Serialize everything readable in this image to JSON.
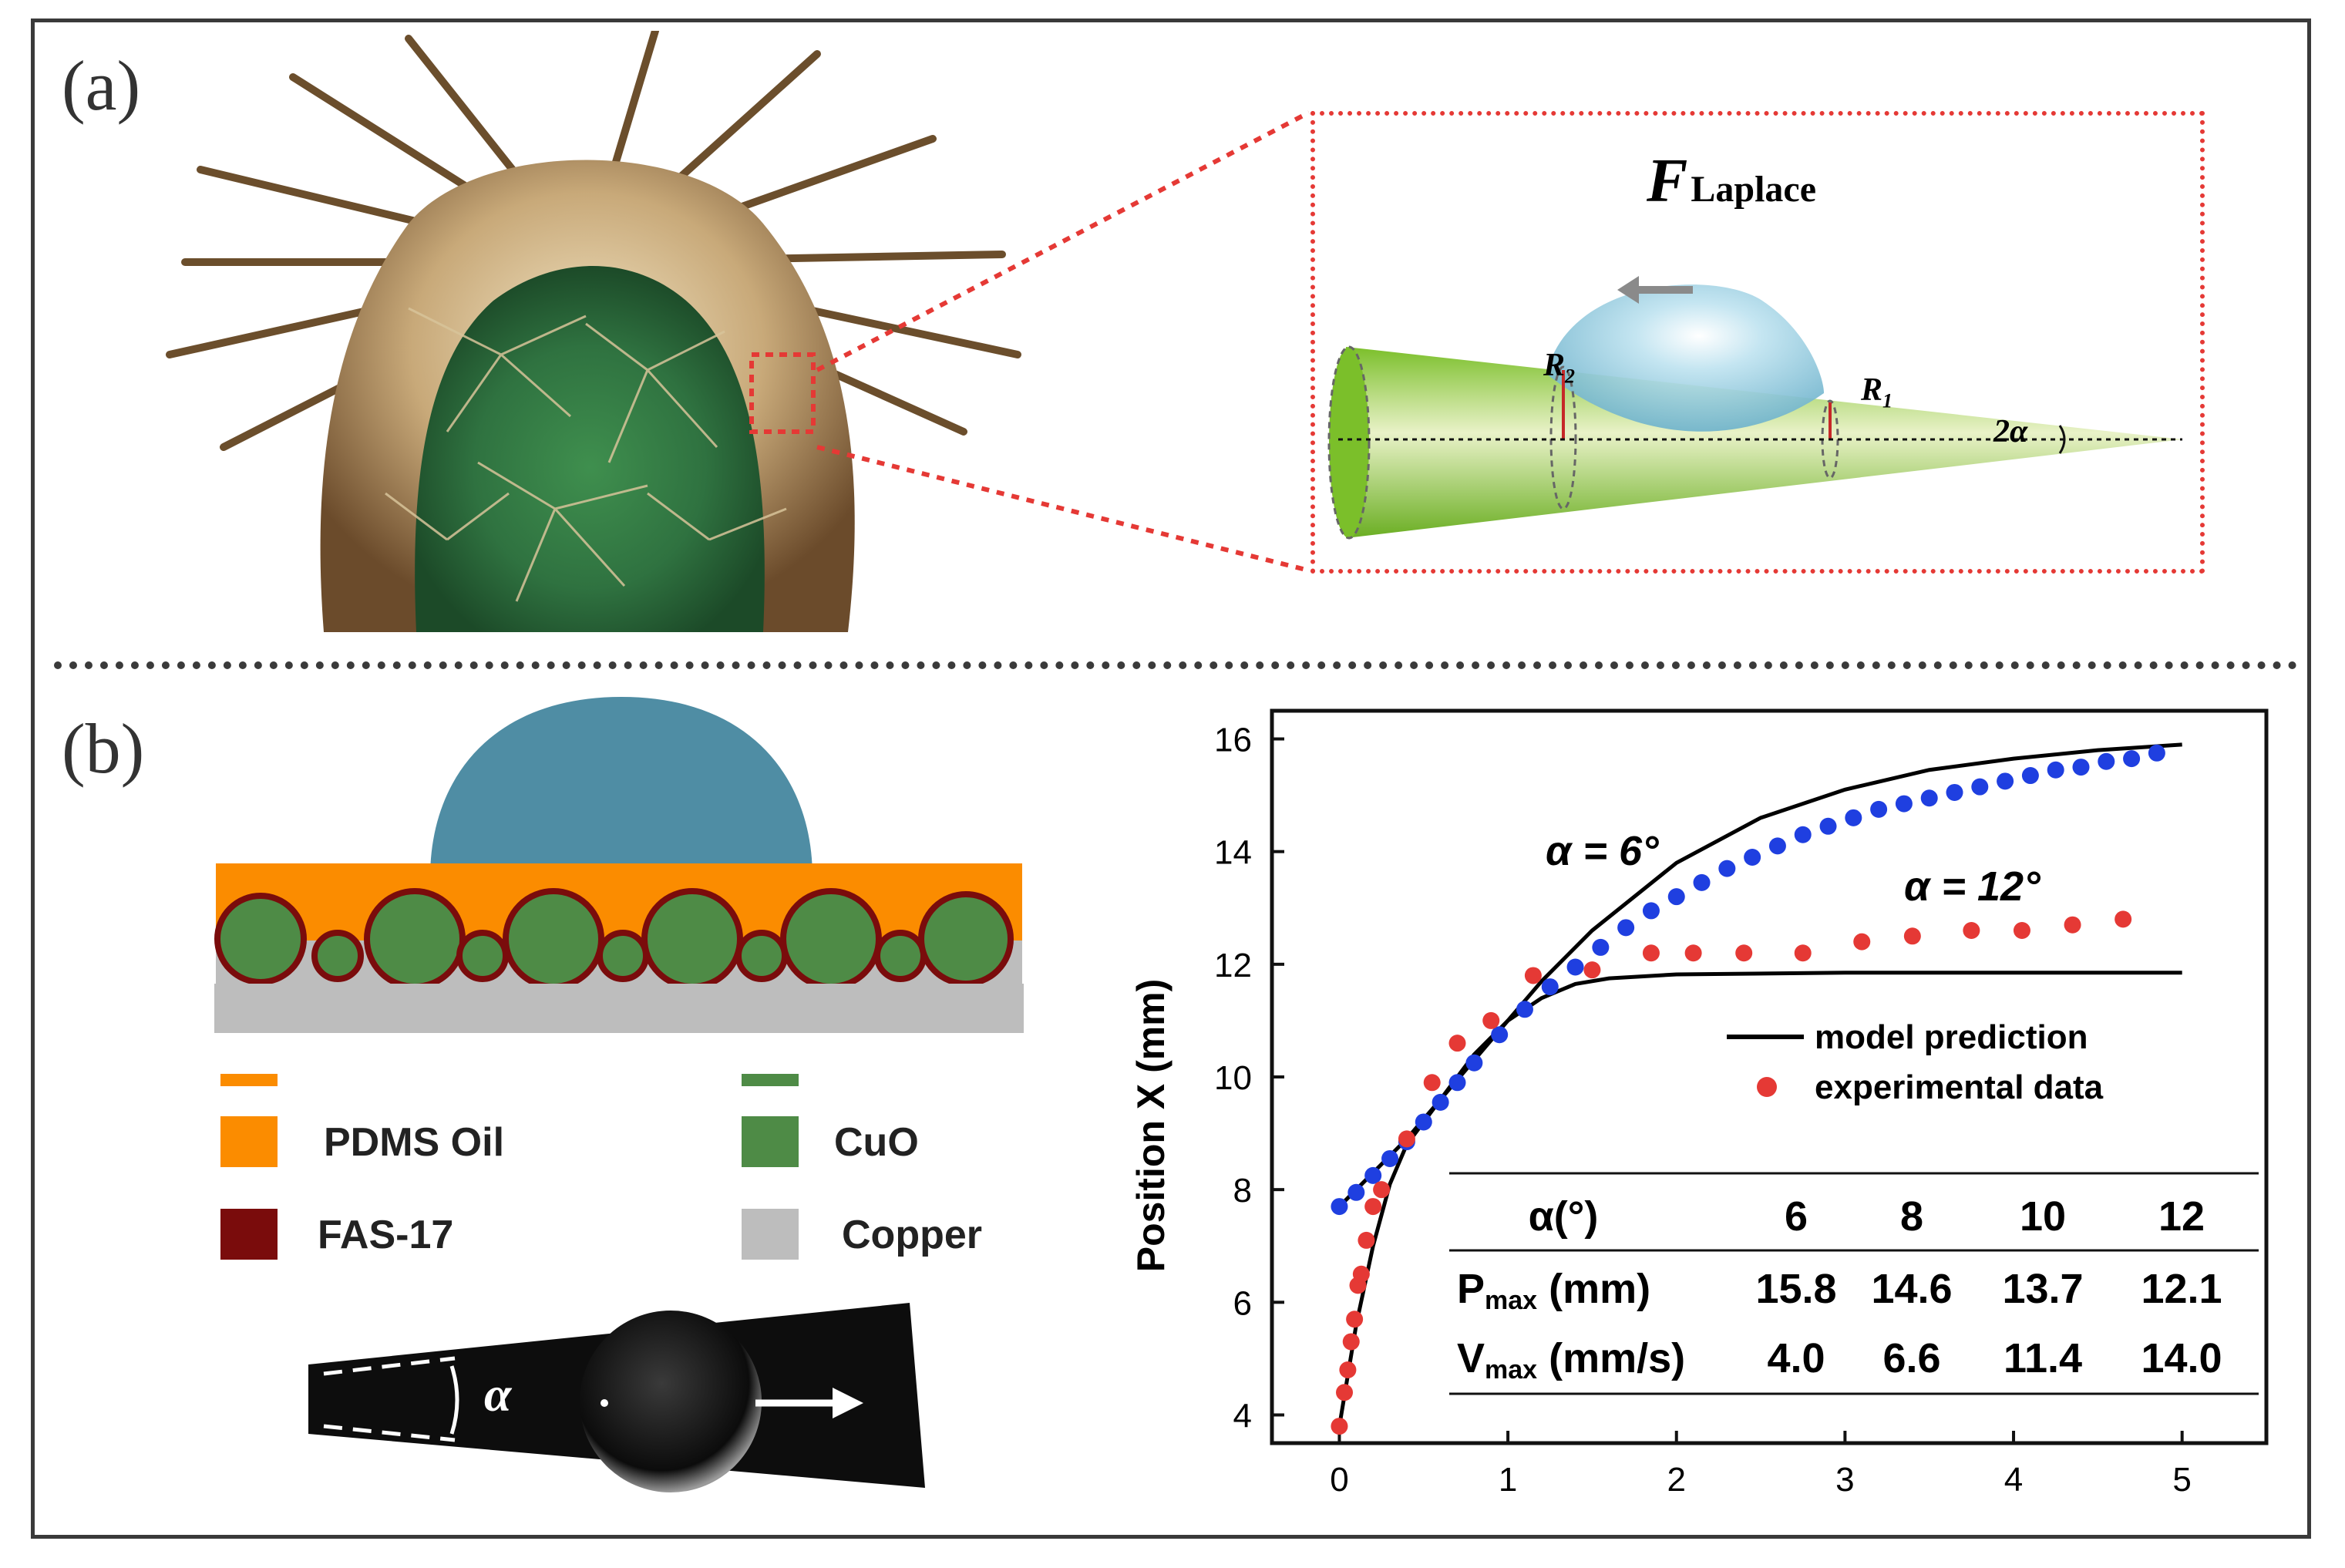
{
  "panel_a": {
    "label": "(a)",
    "force_symbol": "F",
    "force_subscript": "Laplace",
    "r2_symbol": "R",
    "r2_sub": "2",
    "r1_symbol": "R",
    "r1_sub": "1",
    "angle_label": "2α"
  },
  "panel_b": {
    "label": "(b)",
    "legend": [
      {
        "name": "PDMS Oil",
        "color": "#fb8c00"
      },
      {
        "name": "CuO",
        "color": "#4e8b46"
      },
      {
        "name": "FAS-17",
        "color": "#7a0c0c"
      },
      {
        "name": "Copper",
        "color": "#bdbdbd"
      }
    ],
    "photo_alpha_label": "α"
  },
  "chart_data": {
    "type": "scatter",
    "xlabel": "",
    "ylabel": "Position X (mm)",
    "xlim": [
      -0.4,
      5.5
    ],
    "ylim": [
      3.5,
      16.5
    ],
    "xticks": [
      "0",
      "1",
      "2",
      "3",
      "4",
      "5"
    ],
    "yticks": [
      "4",
      "6",
      "8",
      "10",
      "12",
      "14",
      "16"
    ],
    "annotations": [
      "α = 6°",
      "α = 12°"
    ],
    "legend_position": "right",
    "legend": [
      {
        "label": "model prediction",
        "kind": "line",
        "color": "#000000"
      },
      {
        "label": "experimental data",
        "kind": "dot",
        "color": "#e53935"
      }
    ],
    "series": [
      {
        "kind": "line",
        "color": "#000000",
        "x": [
          0,
          0.2,
          0.4,
          0.6,
          0.8,
          1.0,
          1.2,
          1.5,
          2.0,
          2.5,
          3.0,
          3.5,
          4.0,
          4.5,
          5.0
        ],
        "y": [
          7.7,
          8.3,
          8.9,
          9.6,
          10.3,
          11.0,
          11.7,
          12.6,
          13.8,
          14.6,
          15.1,
          15.45,
          15.65,
          15.8,
          15.9
        ]
      },
      {
        "kind": "line",
        "color": "#000000",
        "x": [
          0,
          0.1,
          0.2,
          0.3,
          0.4,
          0.6,
          0.8,
          1.0,
          1.2,
          1.4,
          1.6,
          2.0,
          3.0,
          4.0,
          5.0
        ],
        "y": [
          3.8,
          5.6,
          7.0,
          8.1,
          8.8,
          9.6,
          10.4,
          11.0,
          11.4,
          11.65,
          11.75,
          11.82,
          11.85,
          11.85,
          11.85
        ]
      },
      {
        "kind": "dots",
        "color": "#1f3fe0",
        "x": [
          0,
          0.1,
          0.2,
          0.3,
          0.4,
          0.5,
          0.6,
          0.7,
          0.8,
          0.95,
          1.1,
          1.25,
          1.4,
          1.55,
          1.7,
          1.85,
          2.0,
          2.15,
          2.3,
          2.45,
          2.6,
          2.75,
          2.9,
          3.05,
          3.2,
          3.35,
          3.5,
          3.65,
          3.8,
          3.95,
          4.1,
          4.25,
          4.4,
          4.55,
          4.7,
          4.85
        ],
        "y": [
          7.7,
          7.95,
          8.25,
          8.55,
          8.85,
          9.2,
          9.55,
          9.9,
          10.25,
          10.75,
          11.2,
          11.6,
          11.95,
          12.3,
          12.65,
          12.95,
          13.2,
          13.45,
          13.7,
          13.9,
          14.1,
          14.3,
          14.45,
          14.6,
          14.75,
          14.85,
          14.95,
          15.05,
          15.15,
          15.25,
          15.35,
          15.45,
          15.5,
          15.6,
          15.65,
          15.75
        ]
      },
      {
        "kind": "dots",
        "color": "#e53935",
        "x": [
          0,
          0.03,
          0.05,
          0.07,
          0.09,
          0.11,
          0.13,
          0.16,
          0.2,
          0.25,
          0.4,
          0.55,
          0.7,
          0.9,
          1.15,
          1.5,
          1.85,
          2.1,
          2.4,
          2.75,
          3.1,
          3.4,
          3.75,
          4.05,
          4.35,
          4.65
        ],
        "y": [
          3.8,
          4.4,
          4.8,
          5.3,
          5.7,
          6.3,
          6.5,
          7.1,
          7.7,
          8.0,
          8.9,
          9.9,
          10.6,
          11.0,
          11.8,
          11.9,
          12.2,
          12.2,
          12.2,
          12.2,
          12.4,
          12.5,
          12.6,
          12.6,
          12.7,
          12.8
        ]
      }
    ],
    "table": {
      "header": [
        "α(°)",
        "6",
        "8",
        "10",
        "12"
      ],
      "rows": [
        {
          "label": "P",
          "sub": "max",
          "unit": " (mm)",
          "values": [
            "15.8",
            "14.6",
            "13.7",
            "12.1"
          ]
        },
        {
          "label": "V",
          "sub": "max",
          "unit": " (mm/s)",
          "values": [
            "4.0",
            "6.6",
            "11.4",
            "14.0"
          ]
        }
      ]
    }
  }
}
